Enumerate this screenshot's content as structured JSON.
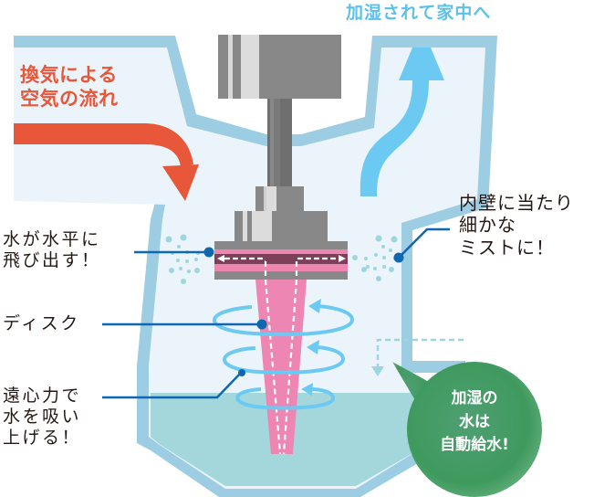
{
  "diagram": {
    "title": "Centrifugal humidifier mechanism",
    "colors": {
      "housing_outline": "#9dcde3",
      "housing_fill": "#eaf4fa",
      "water": "#a3d7dc",
      "airflow_in_arrow": "#e8573a",
      "airflow_out_arrow": "#6ccaf2",
      "motor_gray": "#888888",
      "motor_highlight": "#dcdcdc",
      "disk_pink": "#ee86b4",
      "disk_channel": "#7e4058",
      "rotation_arrows": "#6ccaf2",
      "leader_lines": "#0e68b0",
      "mist_dots": "#9fd6dd",
      "bubble_green": "#4a9e6a",
      "text_dark": "#231815"
    }
  },
  "labels": {
    "airflow_in": "換気による\n空気の流れ",
    "airflow_out": "加湿されて家中へ",
    "water_horizontal": "水が水平に\n飛び出す！",
    "disk": "ディスク",
    "centrifugal": "遠心力で\n水を吸い\n上げる！",
    "inner_wall_mist": "内壁に当たり\n細かな\nミストに！",
    "auto_water_supply": "加湿の\n水は\n自動給水!"
  },
  "icons": {
    "airflow_in_arrow": "curved-arrow-down-right",
    "airflow_out_arrow": "curved-arrow-up",
    "rotation": "circular-arrow",
    "water_supply_arrow": "dashed-arrow-down",
    "speech_bubble": "speech-bubble"
  }
}
